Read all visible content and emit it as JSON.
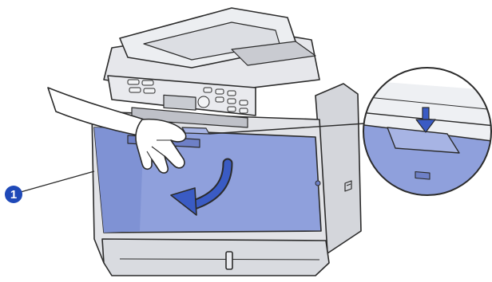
{
  "figure": {
    "callout_number": "1",
    "colors": {
      "body": "#e2e3e7",
      "body_shadow": "#b9bbc2",
      "outline": "#2b2b2b",
      "front_cover": "#8fa0dc",
      "front_cover_dark": "#6e80c7",
      "arrow": "#3a5bc4",
      "badge": "#1f49b8",
      "skin": "#ffffff"
    },
    "icons": {
      "callout_badge": "numbered-circle",
      "push_arrow": "down-arrow",
      "open_arrow": "curved-arrow"
    }
  }
}
